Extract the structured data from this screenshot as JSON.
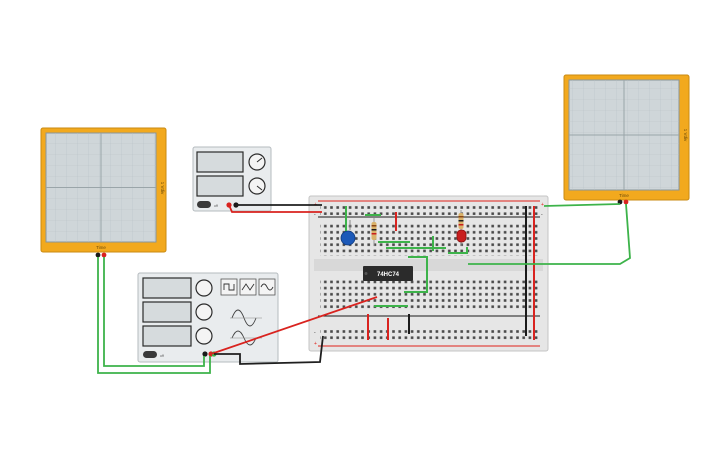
{
  "canvas": {
    "background": "#ffffff"
  },
  "colors": {
    "scope_frame": "#f2a91e",
    "scope_screen": "#cfd6d9",
    "breadboard": "#e6e6e6",
    "rail_red": "#e0221b",
    "rail_black": "#1a1a1a",
    "wire_red": "#d9231f",
    "wire_green": "#3db34a",
    "wire_black": "#1f1f1f",
    "chip": "#2b2b2b",
    "capacitor": "#1c59b8",
    "led": "#c81e1e"
  },
  "oscilloscope_left": {
    "side_label": "1 Vdiv",
    "bottom_label": "Time"
  },
  "oscilloscope_right": {
    "side_label": "1 Vdiv",
    "bottom_label": "Time"
  },
  "power_supply": {
    "power_button_label": "off"
  },
  "function_generator": {
    "power_button_label": "off",
    "icons": [
      "square-wave-icon",
      "triangle-wave-icon",
      "sine-wave-icon"
    ]
  },
  "chip": {
    "label": "74HC74"
  },
  "breadboard": {
    "rail_plus": "+",
    "rail_minus": "-",
    "column_numbers_visible": true
  }
}
